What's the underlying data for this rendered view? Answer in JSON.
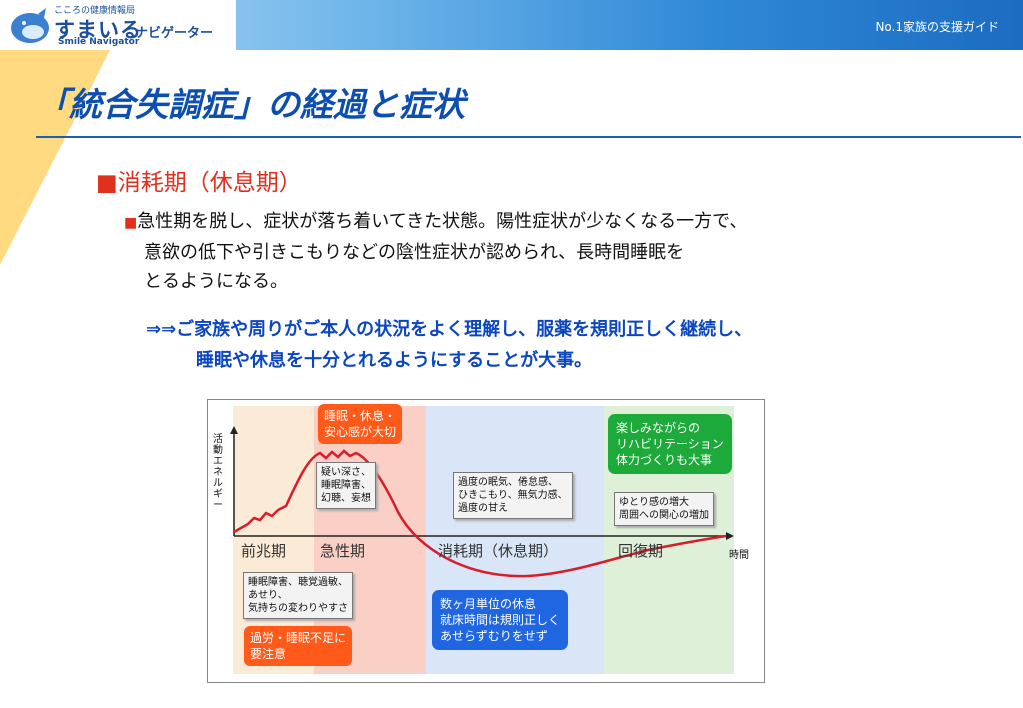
{
  "header": {
    "logo_small": "こころの健康情報局",
    "logo_main": "すまいる",
    "logo_sub": "ナビゲーター",
    "logo_en": "Smile Navigator",
    "right_text": "No.1家族の支援ガイド"
  },
  "slide": {
    "title": "「統合失調症」の経過と症状",
    "section": "■消耗期（休息期）",
    "bullet1": {
      "marker": "■",
      "lines": [
        "急性期を脱し、症状が落ち着いてきた状態。陽性症状が少なくなる一方で、",
        "意欲の低下や引きこもりなどの陰性症状が認められ、長時間睡眠を",
        "とるようになる。"
      ]
    },
    "bullet2": {
      "lines": [
        "⇒⇒ご家族や周りがご本人の状況をよく理解し、服薬を規則正しく継続し、",
        "睡眠や休息を十分とれるようにすることが大事。"
      ]
    }
  },
  "chart_data": {
    "type": "diagram",
    "ylabel": "活動エネルギー",
    "xlabel": "時間",
    "phases": [
      "前兆期",
      "急性期",
      "消耗期（休息期）",
      "回復期"
    ],
    "phase_colors": [
      "#fbead6",
      "#f9cfc6",
      "#d8e6f7",
      "#dff0d8"
    ],
    "curve_color": "#d81e2a",
    "boxes": {
      "sleep_rest": [
        "睡眠・休息・",
        "安心感が大切"
      ],
      "acute_symptoms": [
        "疑い深さ、",
        "睡眠障害、",
        "幻聴、妄想"
      ],
      "exhaustion_symptoms": [
        "過度の眠気、倦怠感、",
        "ひきこもり、無気力感、",
        "過度の甘え"
      ],
      "enjoy_rehab": [
        "楽しみながらの",
        "リハビリテーション",
        "体力づくりも大事"
      ],
      "recovery_signs": [
        "ゆとり感の増大",
        "周囲への関心の増加"
      ],
      "prodromal_symptoms": [
        "睡眠障害、聴覚過敏、",
        "あせり、",
        "気持ちの変わりやすさ"
      ],
      "overwork_caution": [
        "過労・睡眠不足に",
        "要注意"
      ],
      "rest_advice": [
        "数ヶ月単位の休息",
        "就床時間は規則正しく",
        "あせらずむりをせず"
      ]
    }
  }
}
